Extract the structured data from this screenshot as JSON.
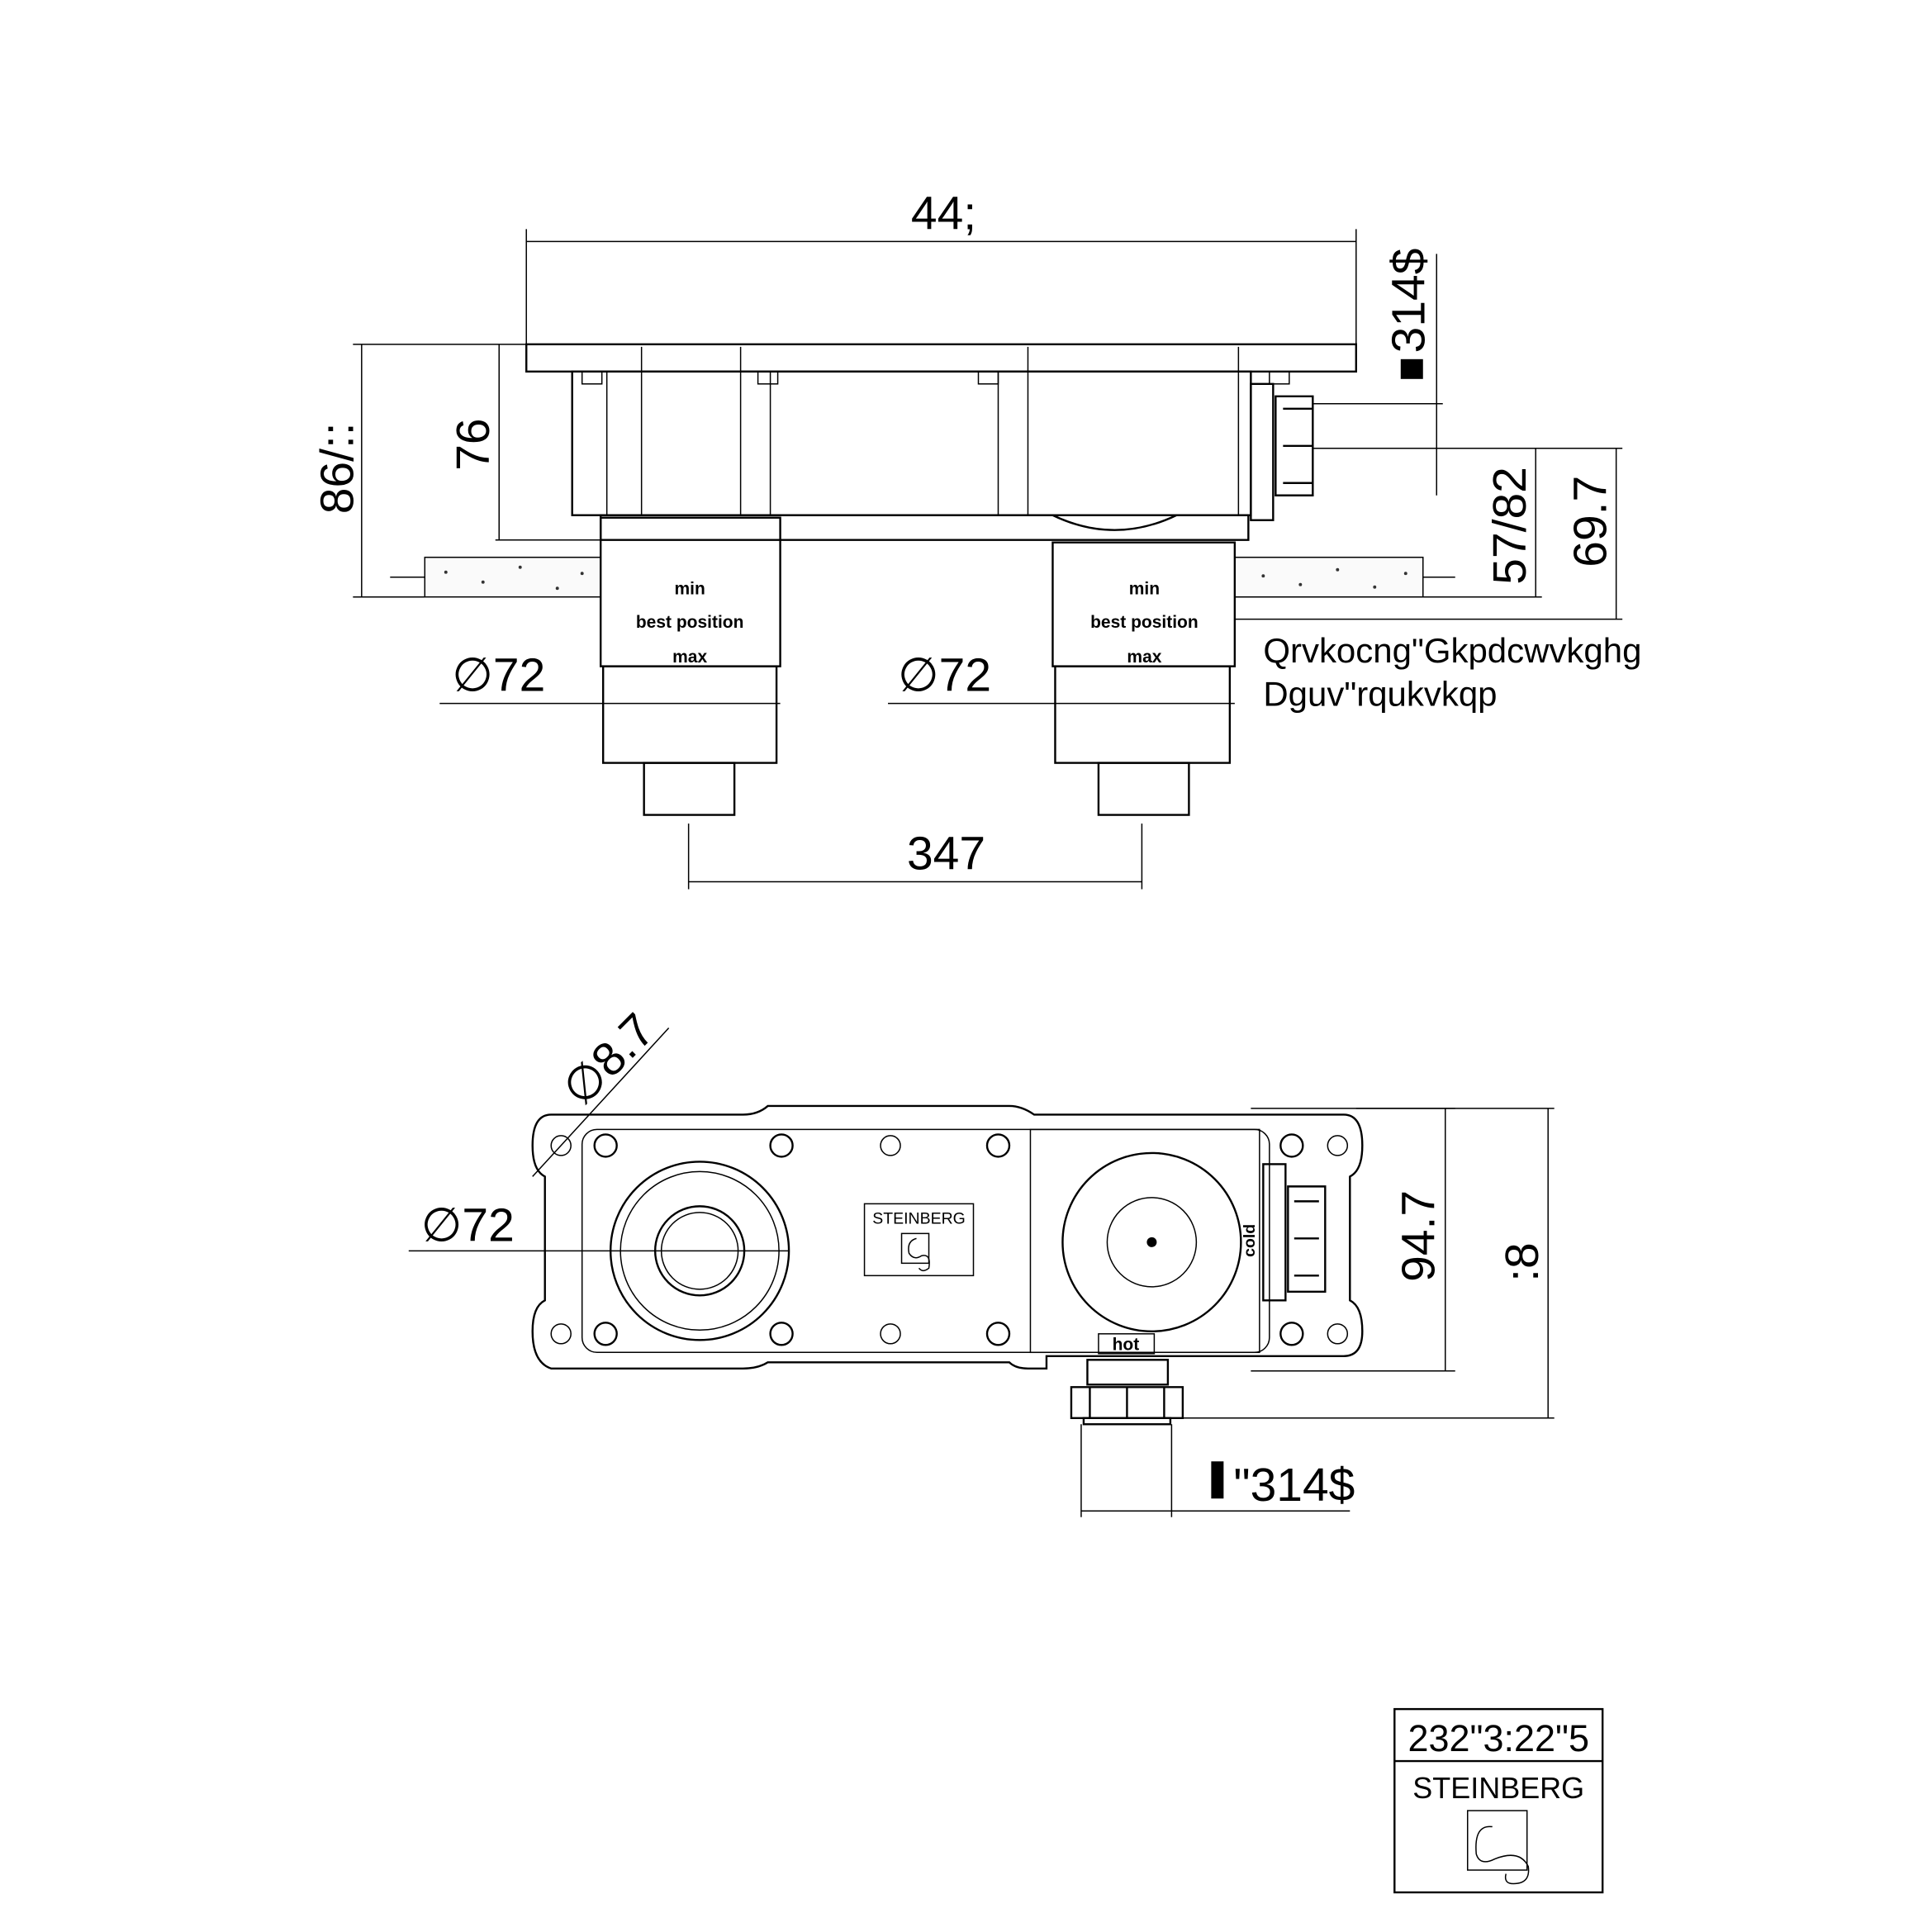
{
  "side_view": {
    "overall_width": "44;",
    "thread_right": "314$",
    "total_depth": "86/::",
    "body_depth": "76",
    "install_depth_range": "57/82",
    "install_depth": "69.7",
    "gauge_left": {
      "min": "min",
      "best": "best position",
      "max": "max"
    },
    "gauge_right": {
      "min": "min",
      "best": "best position",
      "max": "max"
    },
    "dia_left": "∅72",
    "dia_right": "∅72",
    "center_distance": "347",
    "note_line1": "Qrvkocng\"Gkpdcwvkghg",
    "note_line2": "Dguv\"rqukvkqp"
  },
  "top_view": {
    "hole_dia": "∅8.7",
    "outlet_dia": "∅72",
    "brand_label": "STEINBERG",
    "cold_label": "cold",
    "hot_label": "hot",
    "height_inner": "94.7",
    "height_outer": ":8",
    "thread_bottom": "\"314$"
  },
  "title_block": {
    "article_number": "232\"3:22\"5",
    "brand": "STEINBERG"
  }
}
